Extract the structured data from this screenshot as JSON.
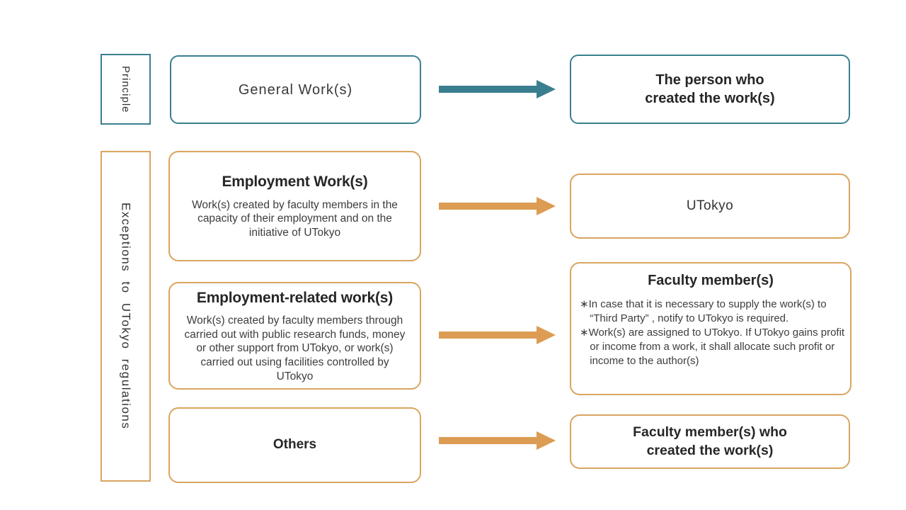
{
  "colors": {
    "teal": "#3A7F8F",
    "orange_border": "#D9A55F",
    "orange_arrow": "#DC9C53"
  },
  "side_labels": {
    "principle": "Principle",
    "exceptions": "Exceptions to UTokyo regulations"
  },
  "rows": [
    {
      "source": {
        "title": "General Work(s)"
      },
      "result": {
        "title": "The person who\ncreated the work(s)"
      }
    },
    {
      "source": {
        "title": "Employment Work(s)",
        "body": "Work(s) created by faculty members in the capacity of their employment and on the initiative of UTokyo"
      },
      "result": {
        "title": "UTokyo"
      }
    },
    {
      "source": {
        "title": "Employment-related work(s)",
        "body": "Work(s) created by faculty members through carried out with public research funds, money or other support from UTokyo, or work(s) carried out using facilities controlled by UTokyo"
      },
      "result": {
        "title": "Faculty member(s)",
        "notes": [
          "∗In case that it is necessary to supply the work(s) to “Third Party” , notify to UTokyo is required.",
          "∗Work(s) are assigned to UTokyo. If UTokyo gains profit or income from a work, it shall allocate such profit or income to the author(s)"
        ]
      }
    },
    {
      "source": {
        "title": "Others"
      },
      "result": {
        "title": "Faculty member(s) who\ncreated the work(s)"
      }
    }
  ]
}
